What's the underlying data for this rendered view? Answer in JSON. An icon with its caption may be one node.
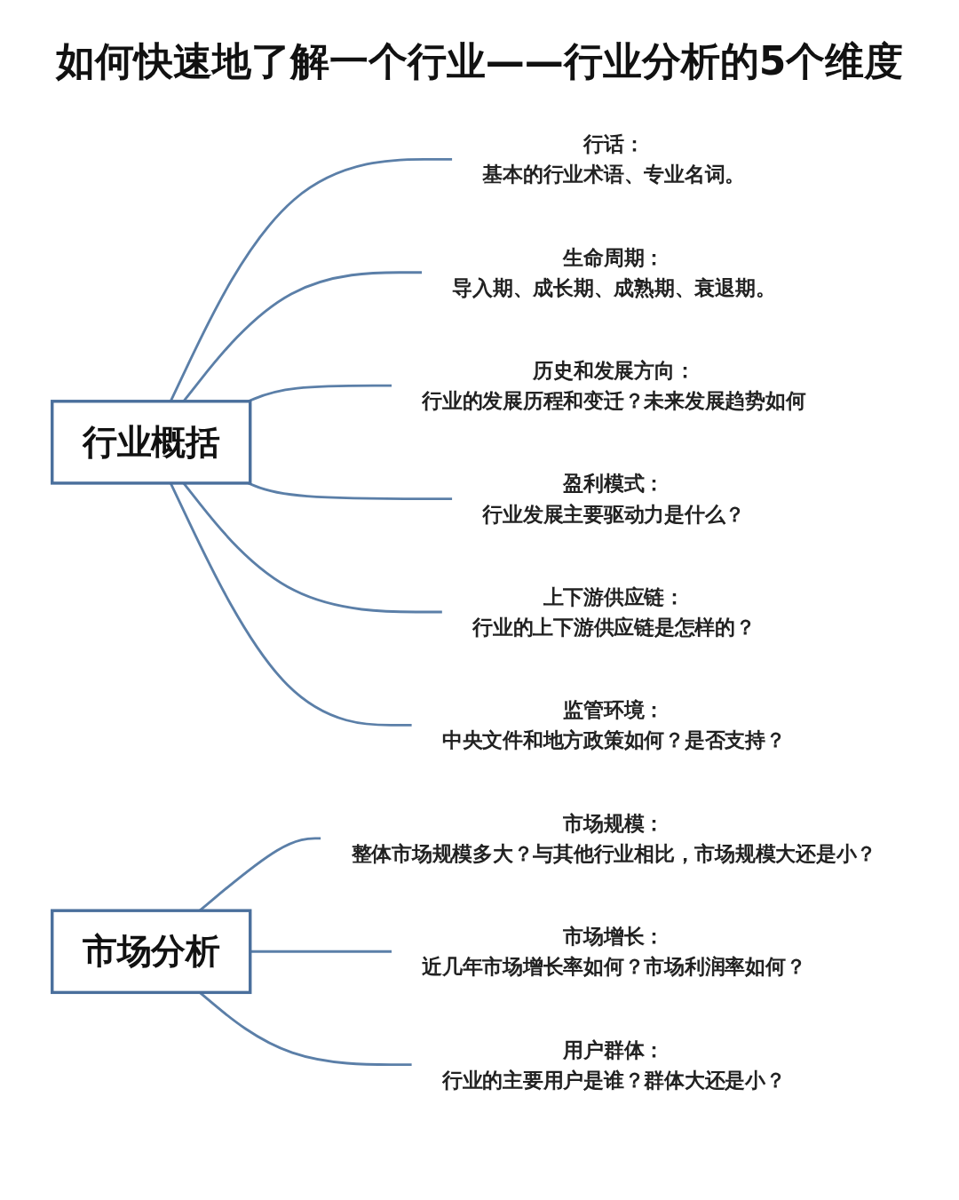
{
  "diagram": {
    "title": "如何快速地了解一个行业——行业分析的5个维度",
    "nodes": [
      {
        "text": [
          "行业概括"
        ]
      },
      {
        "text": [
          "行话：",
          "基本的行业术语、专业名词。"
        ]
      },
      {
        "text": [
          "生命周期：",
          "导入期、成长期、成熟期、衰退期。"
        ]
      },
      {
        "text": [
          "历史和发展方向：",
          "行业的发展历程和变迁？未来发展趋势如何"
        ]
      },
      {
        "text": [
          "盈利模式：",
          "行业发展主要驱动力是什么？"
        ]
      },
      {
        "text": [
          "上下游供应链：",
          "行业的上下游供应链是怎样的？"
        ]
      },
      {
        "text": [
          "监管环境：",
          "中央文件和地方政策如何？是否支持？"
        ]
      },
      {
        "text": [
          "市场分析"
        ]
      },
      {
        "text": [
          "市场规模：",
          "整体市场规模多大？与其他行业相比，市场规模大还是小？"
        ]
      },
      {
        "text": [
          "市场增长：",
          "近几年市场增长率如何？市场利润率如何？"
        ]
      },
      {
        "text": [
          "用户群体：",
          "行业的主要用户是谁？群体大还是小？"
        ]
      }
    ],
    "edges": [
      {
        "from": 0,
        "to": 1,
        "arrow": "none"
      },
      {
        "from": 0,
        "to": 2,
        "arrow": "none"
      },
      {
        "from": 0,
        "to": 3,
        "arrow": "none"
      },
      {
        "from": 0,
        "to": 4,
        "arrow": "none"
      },
      {
        "from": 0,
        "to": 5,
        "arrow": "none"
      },
      {
        "from": 0,
        "to": 6,
        "arrow": "none"
      },
      {
        "from": 7,
        "to": 8,
        "arrow": "none"
      },
      {
        "from": 7,
        "to": 9,
        "arrow": "none"
      },
      {
        "from": 7,
        "to": 10,
        "arrow": "none"
      }
    ]
  }
}
